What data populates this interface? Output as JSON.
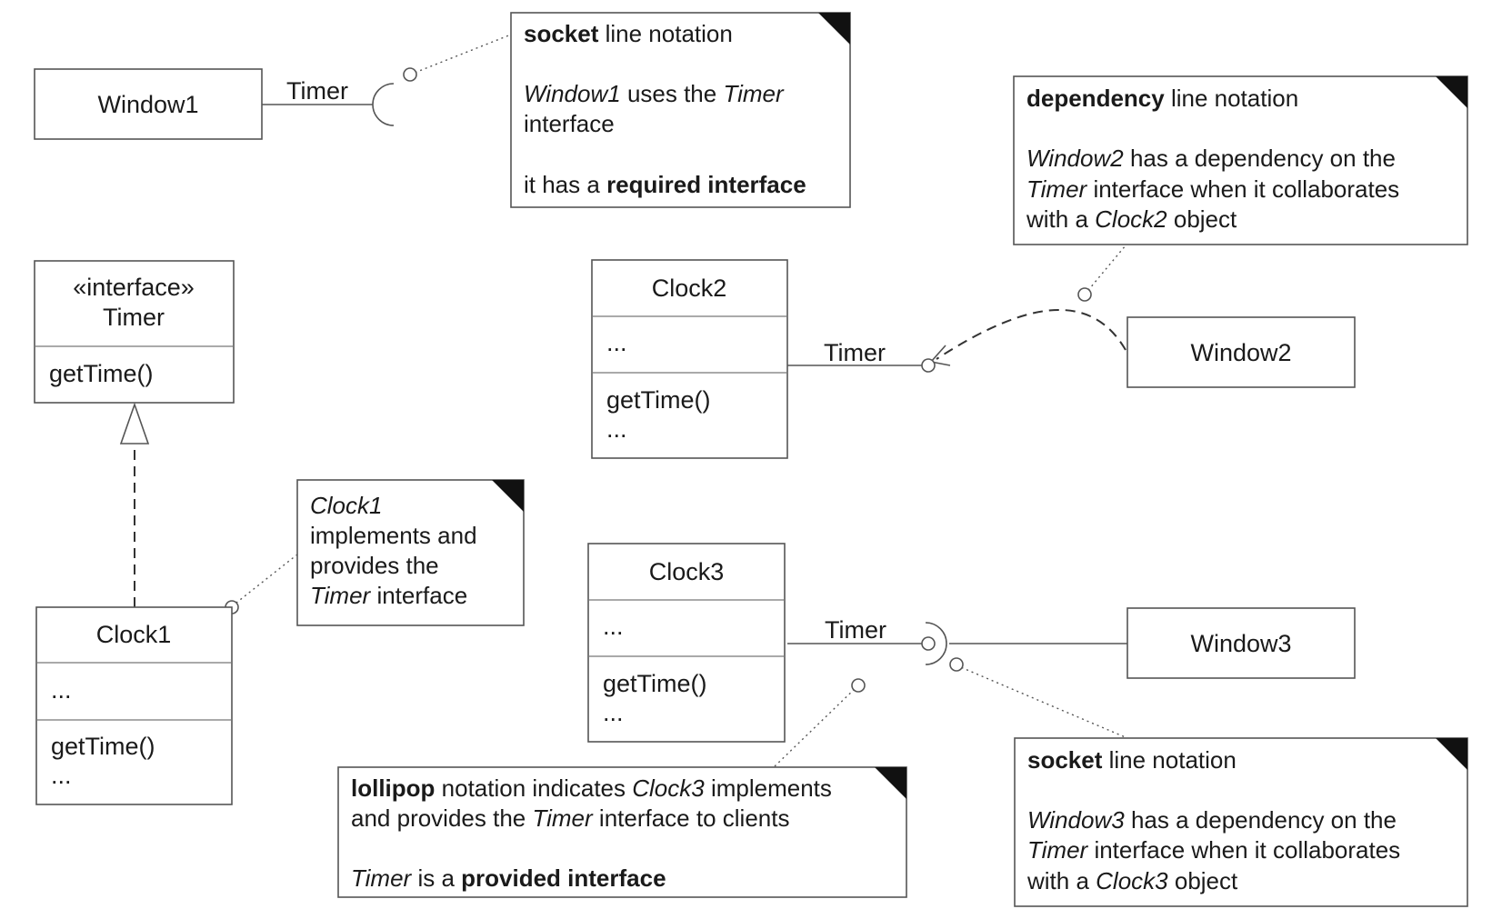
{
  "classes": {
    "window1": {
      "name": "Window1"
    },
    "timer": {
      "stereotype": "«interface»",
      "name": "Timer",
      "operation": "getTime()"
    },
    "clock1": {
      "name": "Clock1",
      "attributes": "...",
      "operation": "getTime()",
      "more": "..."
    },
    "clock2": {
      "name": "Clock2",
      "attributes": "...",
      "operation": "getTime()",
      "more": "..."
    },
    "clock3": {
      "name": "Clock3",
      "attributes": "...",
      "operation": "getTime()",
      "more": "..."
    },
    "window2": {
      "name": "Window2"
    },
    "window3": {
      "name": "Window3"
    }
  },
  "connector_labels": {
    "window1_timer": "Timer",
    "clock2_timer": "Timer",
    "clock3_timer": "Timer"
  },
  "notes": {
    "socket1": {
      "l1_bold": "socket",
      "l1_rest": " line notation",
      "l2_i1": "Window1",
      "l2_mid": " uses the ",
      "l2_i2": "Timer",
      "l3": "interface",
      "l4_pre": "it has a ",
      "l4_bold": "required interface"
    },
    "dependency": {
      "l1_bold": "dependency",
      "l1_rest": " line notation",
      "l2_i": "Window2",
      "l2_rest": " has a dependency on the",
      "l3_i": "Timer",
      "l3_rest": " interface when it collaborates",
      "l4_pre": "with a ",
      "l4_i": "Clock2",
      "l4_rest": " object"
    },
    "clock1": {
      "l1_i": "Clock1",
      "l2": "implements and",
      "l3": "provides the",
      "l4_i": "Timer",
      "l4_rest": " interface"
    },
    "lollipop": {
      "l1_bold": "lollipop",
      "l1_mid": " notation indicates ",
      "l1_i": "Clock3",
      "l1_rest": " implements",
      "l2_pre": "and provides the ",
      "l2_i": "Timer",
      "l2_rest": " interface to clients",
      "l3_i": "Timer",
      "l3_mid": " is a ",
      "l3_bold": "provided interface"
    },
    "socket3": {
      "l1_bold": "socket",
      "l1_rest": " line notation",
      "l2_i": "Window3",
      "l2_rest": " has a dependency on the",
      "l3_i": "Timer",
      "l3_rest": " interface when it collaborates",
      "l4_pre": "with a ",
      "l4_i": "Clock3",
      "l4_rest": " object"
    }
  }
}
